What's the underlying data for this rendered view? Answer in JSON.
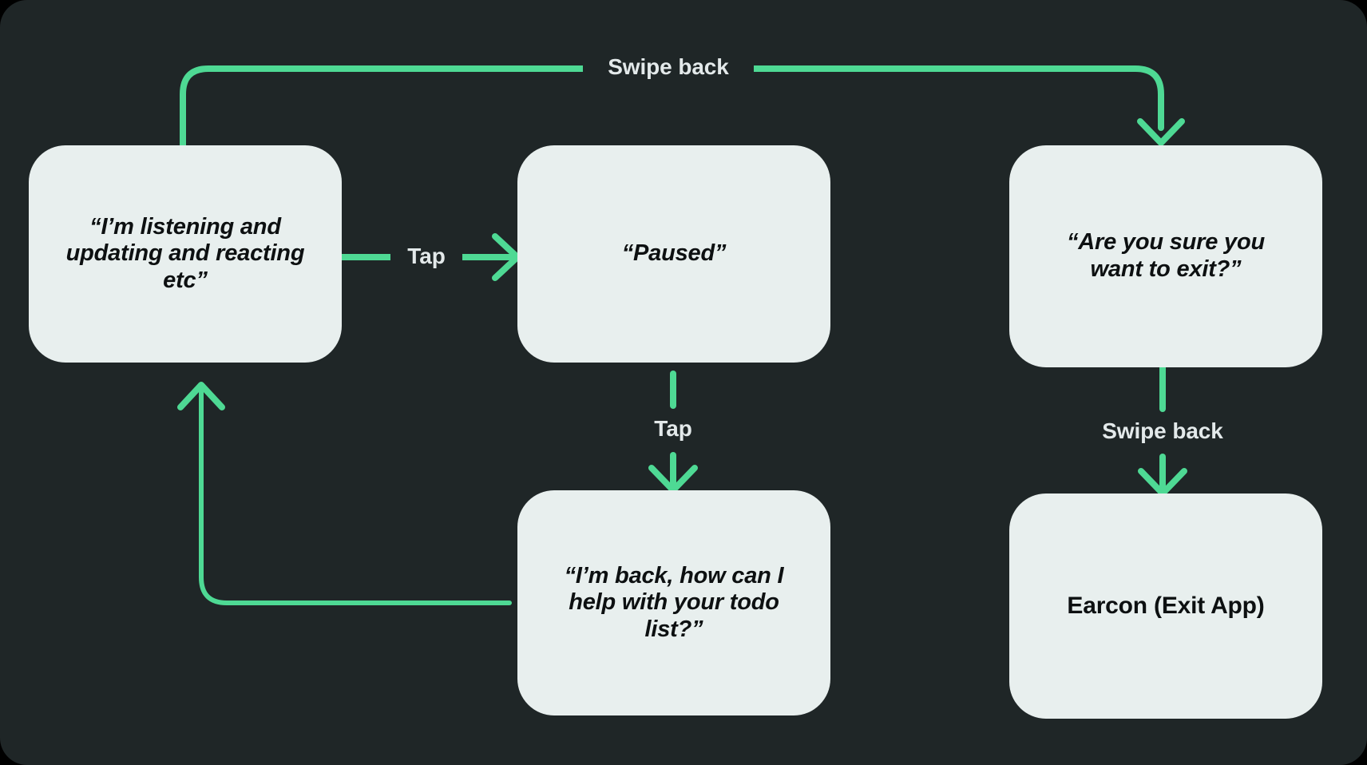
{
  "canvas": {
    "background_color": "#1f2627",
    "outer_background_color": "#000000",
    "node_fill_color": "#e8efee",
    "node_text_color": "#0d1011",
    "edge_color": "#4ed994",
    "edge_label_color": "#e3e9ea"
  },
  "nodes": [
    {
      "id": "listening",
      "label": "“I’m listening and\nupdating and reacting\netc”",
      "style": "quote"
    },
    {
      "id": "paused",
      "label": "“Paused”",
      "style": "quote"
    },
    {
      "id": "are-you-sure",
      "label": "“Are you sure you\nwant to exit?”",
      "style": "quote"
    },
    {
      "id": "im-back",
      "label": "“I’m back, how can I\nhelp with your todo\nlist?”",
      "style": "quote"
    },
    {
      "id": "earcon",
      "label": "Earcon (Exit App)",
      "style": "plain"
    }
  ],
  "edges": [
    {
      "id": "listening-to-paused",
      "label": "Tap",
      "from": "listening",
      "to": "paused"
    },
    {
      "id": "listening-to-are-you-sure",
      "label": "Swipe back",
      "from": "listening",
      "to": "are-you-sure"
    },
    {
      "id": "paused-to-im-back",
      "label": "Tap",
      "from": "paused",
      "to": "im-back"
    },
    {
      "id": "are-you-sure-to-earcon",
      "label": "Swipe back",
      "from": "are-you-sure",
      "to": "earcon"
    },
    {
      "id": "im-back-to-listening",
      "label": "",
      "from": "im-back",
      "to": "listening"
    }
  ]
}
